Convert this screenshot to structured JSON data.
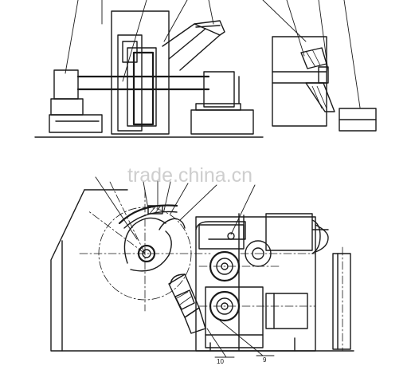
{
  "watermark": "trade.china.cn",
  "labels": {
    "part_10": "10",
    "part_9": "9"
  },
  "colors": {
    "line": "#1a1a1a",
    "watermark": "#c9c9c9",
    "background": "#ffffff"
  }
}
